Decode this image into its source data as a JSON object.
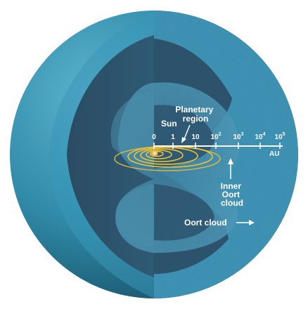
{
  "labels": {
    "planetary_region_line1": "Planetary",
    "planetary_region_line2": "region",
    "sun": "Sun",
    "inner_oort_line1": "Inner",
    "inner_oort_line2": "Oort",
    "inner_oort_line3": "cloud",
    "oort_cloud": "Oort cloud"
  },
  "scale": {
    "unit": "AU",
    "ticks": [
      {
        "base": "0",
        "exp": ""
      },
      {
        "base": "1",
        "exp": ""
      },
      {
        "base": "10",
        "exp": ""
      },
      {
        "base": "10",
        "exp": "2"
      },
      {
        "base": "10",
        "exp": "3"
      },
      {
        "base": "10",
        "exp": "4"
      },
      {
        "base": "10",
        "exp": "5"
      }
    ]
  },
  "colors": {
    "outer_shell": "#2f8aa8",
    "outer_shell_dark": "#1d5f7a",
    "cut_face": "#3b8fb0",
    "interior_dark": "#2c4e66",
    "inner_cloud": "#4a93b3",
    "orbit": "#f2c230",
    "sun": "#f3c94a"
  }
}
